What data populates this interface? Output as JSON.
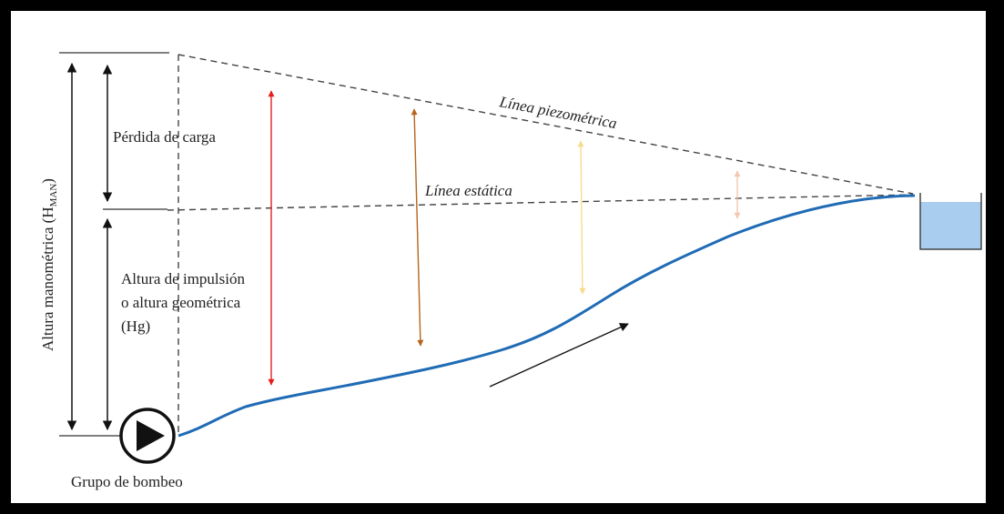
{
  "labels": {
    "perdida_carga": "Pérdida de carga",
    "linea_piezometrica": "Línea piezométrica",
    "linea_estatica": "Línea estática",
    "altura_impulsion_1": "Altura de impulsión",
    "altura_impulsion_2": "o altura geométrica",
    "altura_impulsion_3": "(Hg)",
    "altura_manometrica": "Altura manométrica (H",
    "altura_manometrica_sub": "MAN",
    "altura_manometrica_close": ")",
    "grupo_bombeo": "Grupo de bombeo"
  },
  "colors": {
    "pipe": "#1f6bb5",
    "tank_water": "#a9cdef",
    "arrow_1": "#e41e1e",
    "arrow_2": "#b5651d",
    "arrow_3": "#f7dc8a",
    "arrow_4": "#f0c9b0",
    "lines": "#444444"
  }
}
